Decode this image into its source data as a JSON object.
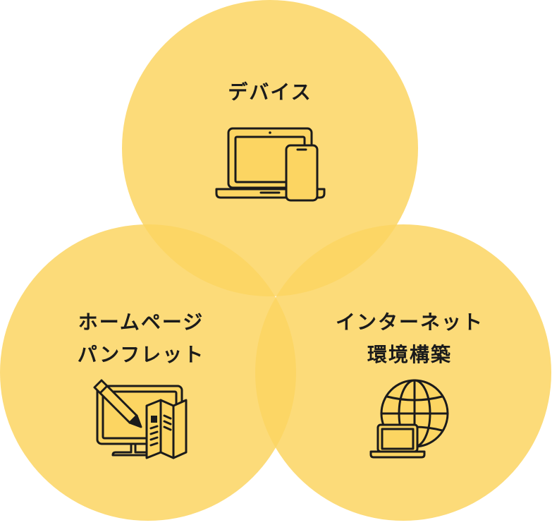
{
  "colors": {
    "circle_fill": "#fcd562",
    "text": "#1b1b1b",
    "icon_stroke": "#1b1b1b"
  },
  "circles": {
    "top": {
      "label_lines": [
        "デバイス"
      ],
      "icon": "laptop-smartphone-icon"
    },
    "left": {
      "label_lines": [
        "ホームページ",
        "パンフレット"
      ],
      "icon": "monitor-pen-brochure-icon"
    },
    "right": {
      "label_lines": [
        "インターネット",
        "環境構築"
      ],
      "icon": "globe-laptop-icon"
    }
  }
}
